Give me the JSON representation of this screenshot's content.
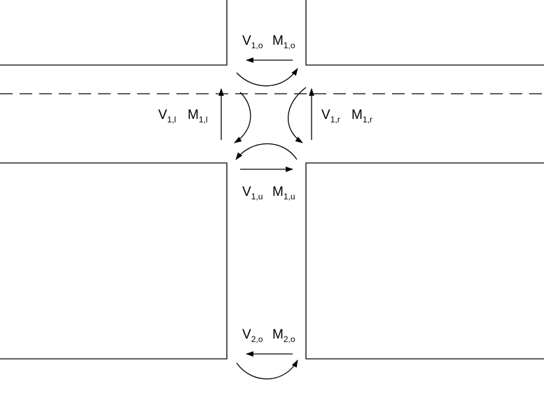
{
  "labels": {
    "top": [
      {
        "base": "V",
        "sub": "1,o"
      },
      {
        "base": "M",
        "sub": "1,o"
      }
    ],
    "left": [
      {
        "base": "V",
        "sub": "1,l"
      },
      {
        "base": "M",
        "sub": "1,l"
      }
    ],
    "right": [
      {
        "base": "V",
        "sub": "1,r"
      },
      {
        "base": "M",
        "sub": "1,r"
      }
    ],
    "under": [
      {
        "base": "V",
        "sub": "1,u"
      },
      {
        "base": "M",
        "sub": "1,u"
      }
    ],
    "bottom": [
      {
        "base": "V",
        "sub": "2,o"
      },
      {
        "base": "M",
        "sub": "2,o"
      }
    ]
  }
}
